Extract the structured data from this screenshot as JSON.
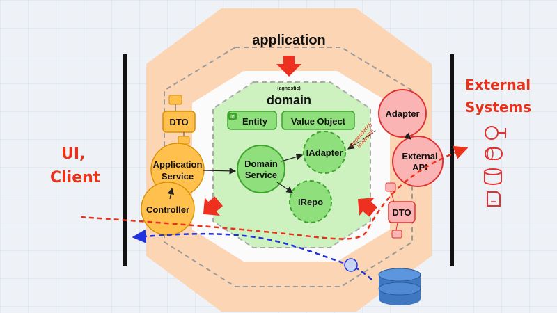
{
  "diagram": {
    "application_title": "application",
    "domain_title": "domain",
    "domain_subtitle": "(agnostic)",
    "entity_badge": "id",
    "entity": "Entity",
    "value_object": "Value Object",
    "domain_service_l1": "Domain",
    "domain_service_l2": "Service",
    "iadapter": "IAdapter",
    "irepo": "IRepo",
    "dto_left": "DTO",
    "app_service_l1": "Application",
    "app_service_l2": "Service",
    "controller": "Controller",
    "adapter": "Adapter",
    "external_api_l1": "External",
    "external_api_l2": "API",
    "dto_right": "DTO",
    "dependency_inversion_l1": "Dependency",
    "dependency_inversion_l2": "Inversion",
    "ui_client_l1": "UI,",
    "ui_client_l2": "Client",
    "external_systems_l1": "External",
    "external_systems_l2": "Systems"
  },
  "colors": {
    "orange_fill": "#fcd6b4",
    "app_node": "#ffc04d",
    "domain_fill": "#cdf2c0",
    "green_node": "#8fdf7c",
    "red_node": "#fbb4b4",
    "red_stroke": "#e33030",
    "blue_flow": "#2233dd",
    "red_flow": "#e8321a"
  }
}
